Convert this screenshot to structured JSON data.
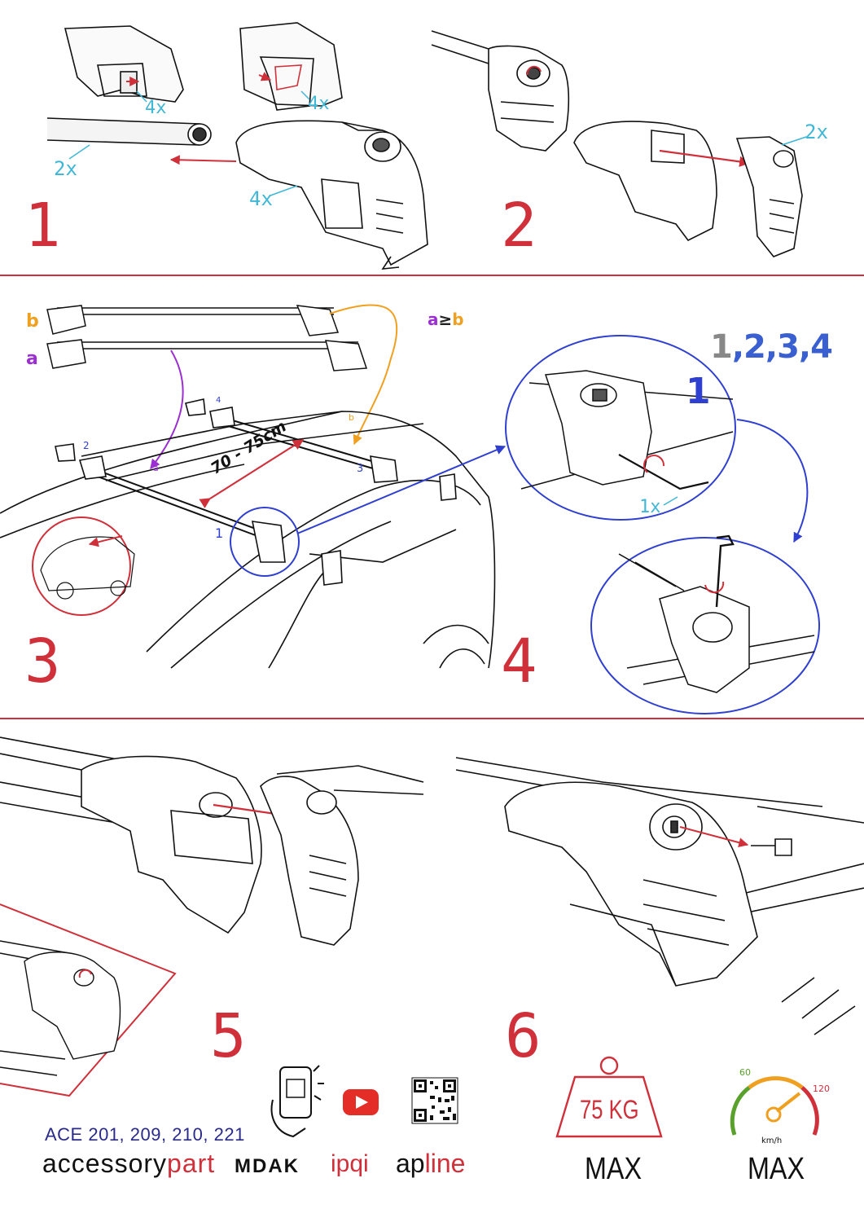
{
  "steps": {
    "s1": "1",
    "s2": "2",
    "s3": "3",
    "s4": "4",
    "s5": "5",
    "s6": "6"
  },
  "step1": {
    "qty_top_left": "4x",
    "qty_top_right": "4x",
    "qty_bar": "2x",
    "qty_foot": "4x"
  },
  "step2": {
    "qty_cover": "2x"
  },
  "step3": {
    "label_b": "b",
    "label_a": "a",
    "rule": "a≥b",
    "distance": "70 - 75cm",
    "pos_1": "1",
    "pos_2": "2",
    "pos_3": "3",
    "pos_4": "4",
    "small_a": "a",
    "small_b": "b"
  },
  "step4": {
    "sequence": "1,2,3,4",
    "sequence_first": "1",
    "sequence_rest": ",2,3,4",
    "detail_number": "1",
    "qty_key": "1x"
  },
  "footer": {
    "models": "ACE 201, 209, 210, 221",
    "brand_accessory": "accessory",
    "brand_part": "part",
    "brand_mdak": "MDAK",
    "brand_ipqi": "ipqi",
    "brand_ap": "ap",
    "brand_line": "line",
    "weight": "75 KG",
    "weight_max": "MAX",
    "speed_60": "60",
    "speed_120": "120",
    "speed_unit": "km/h",
    "speed_max": "MAX"
  },
  "colors": {
    "accent_red": "#d0303a",
    "cyan": "#3fb7d6",
    "blue": "#2f3fd0",
    "purple": "#9b2fd1",
    "orange": "#f0a020",
    "navy": "#2a2a8a"
  }
}
